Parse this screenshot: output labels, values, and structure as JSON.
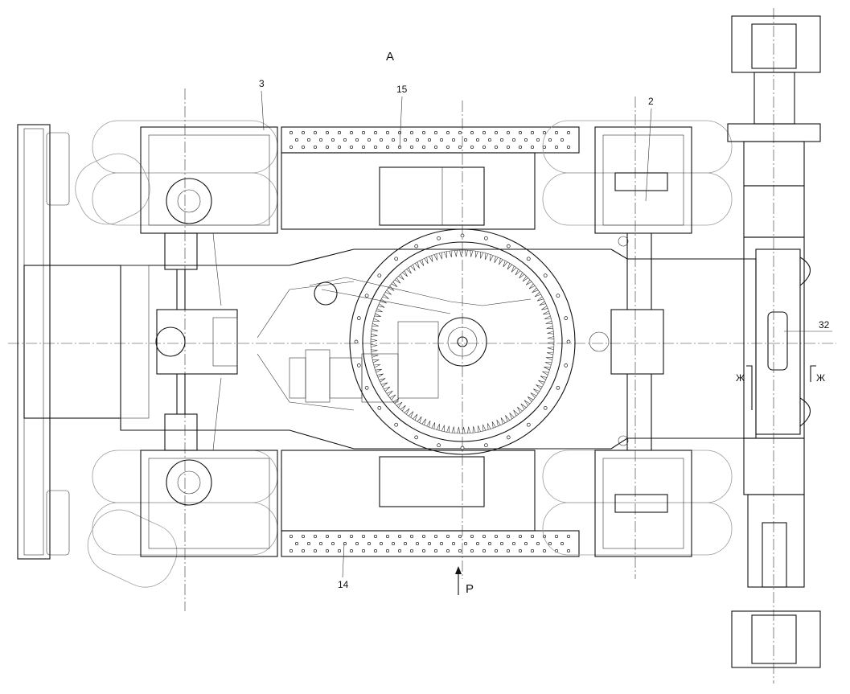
{
  "view_label": "А",
  "callouts": {
    "part_3": "3",
    "part_15": "15",
    "part_2": "2",
    "part_14": "14",
    "part_32": "32"
  },
  "direction_arrow": "Р",
  "section_marks": {
    "left": "Ж",
    "right": "Ж"
  }
}
